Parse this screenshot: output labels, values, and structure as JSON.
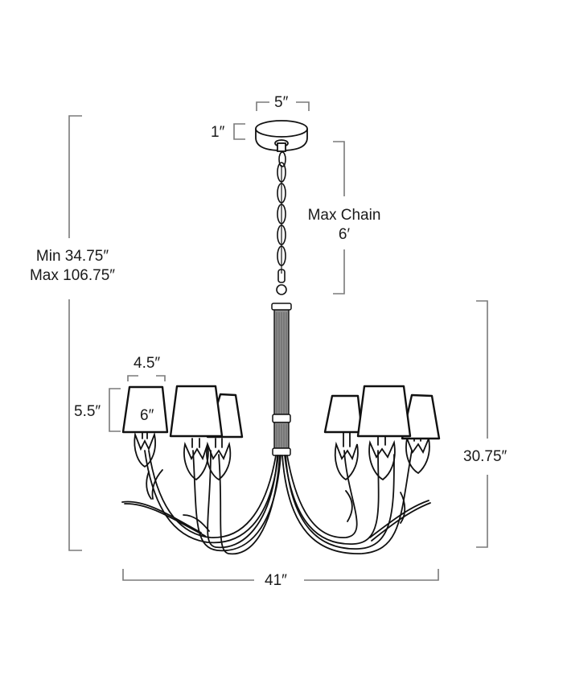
{
  "diagram": {
    "subject": "six-light chandelier dimension drawing",
    "colors": {
      "line": "#111111",
      "dimension": "#777777",
      "stem": "#8a8a8a",
      "background": "#ffffff"
    },
    "dimensions": {
      "canopy_width": "5″",
      "canopy_height": "1″",
      "max_chain": {
        "line1": "Max Chain",
        "line2": "6′"
      },
      "overall_height": {
        "line1": "Min 34.75″",
        "line2": "Max 106.75″"
      },
      "shade_top": "4.5″",
      "shade_height": "5.5″",
      "shade_bottom": "6″",
      "fixture_height": "30.75″",
      "overall_width": "41″"
    },
    "shade_count": 6
  }
}
